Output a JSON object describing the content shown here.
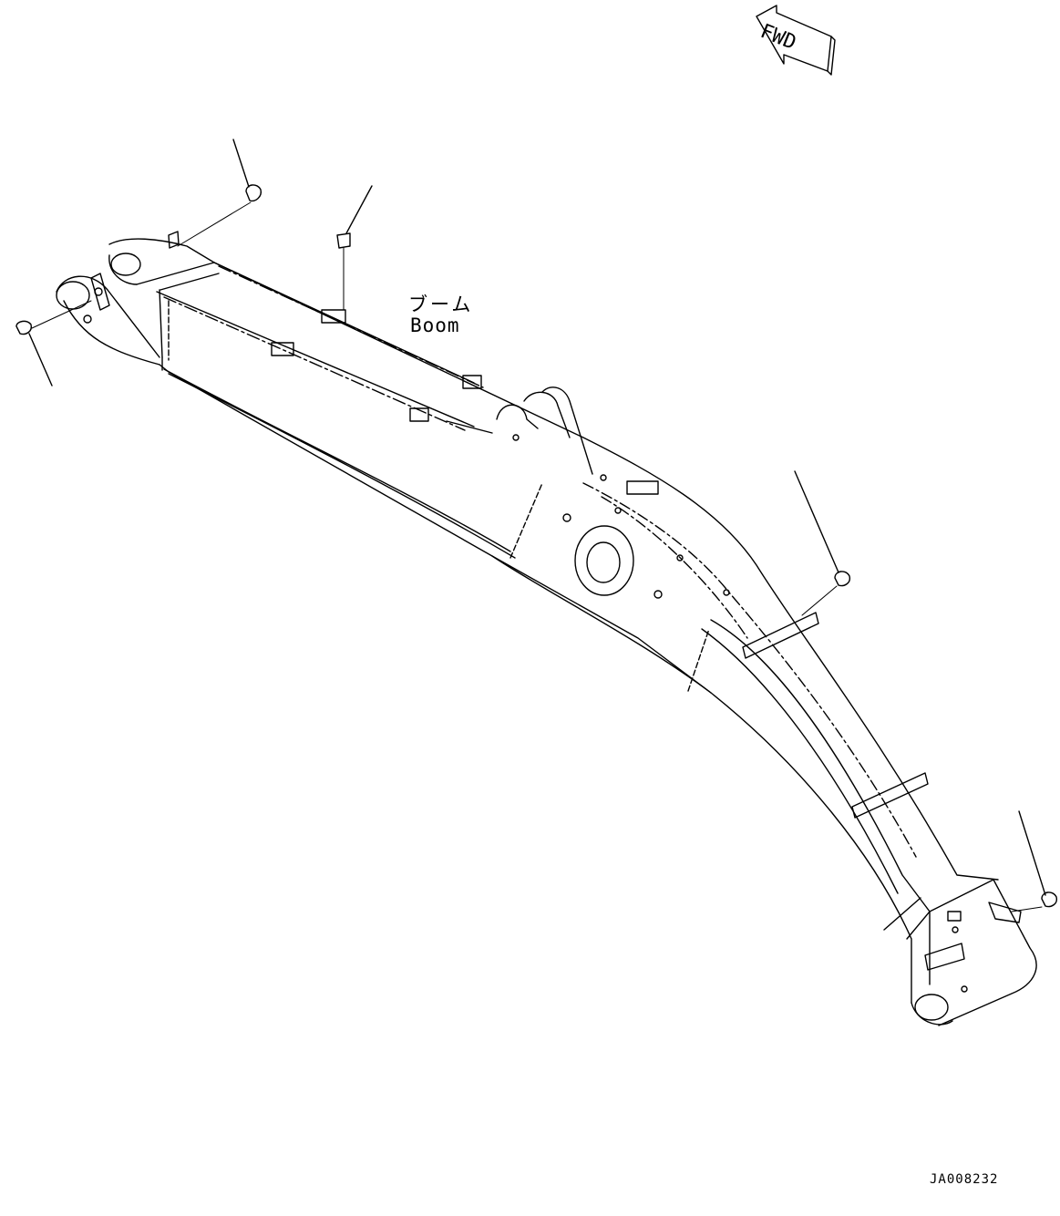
{
  "direction_arrow": {
    "text": "FWD"
  },
  "part_label": {
    "japanese": "ブーム",
    "english": "Boom"
  },
  "drawing_code": "JA008232",
  "colors": {
    "line": "#000000",
    "background": "#ffffff"
  },
  "icons": [
    "grease-fitting-icon",
    "fwd-arrow-icon"
  ]
}
